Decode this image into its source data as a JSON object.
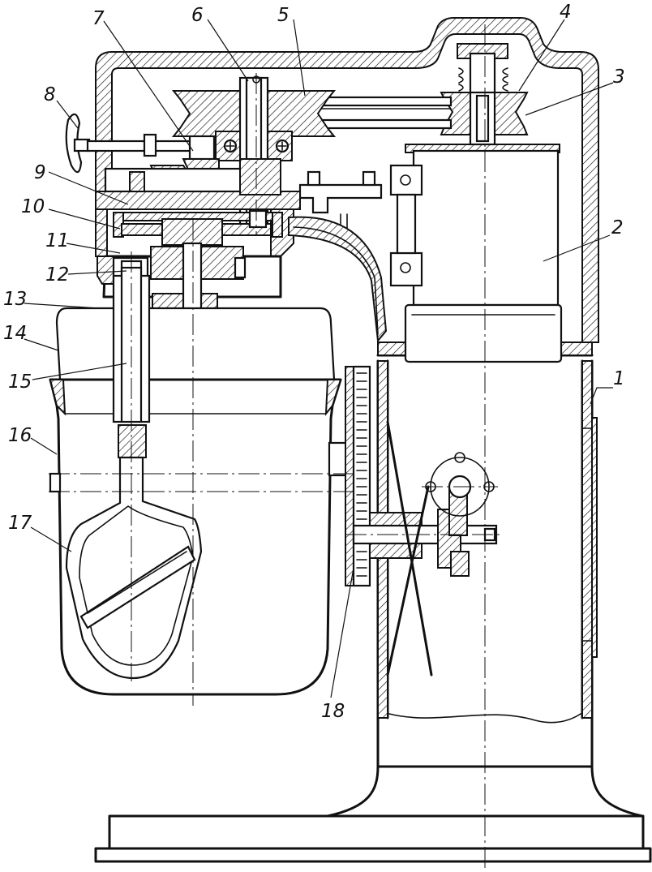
{
  "callouts": [
    {
      "num": "1"
    },
    {
      "num": "2"
    },
    {
      "num": "3"
    },
    {
      "num": "4"
    },
    {
      "num": "5"
    },
    {
      "num": "6"
    },
    {
      "num": "7"
    },
    {
      "num": "8"
    },
    {
      "num": "9"
    },
    {
      "num": "10"
    },
    {
      "num": "11"
    },
    {
      "num": "12"
    },
    {
      "num": "13"
    },
    {
      "num": "14"
    },
    {
      "num": "15"
    },
    {
      "num": "16"
    },
    {
      "num": "17"
    },
    {
      "num": "18"
    }
  ]
}
